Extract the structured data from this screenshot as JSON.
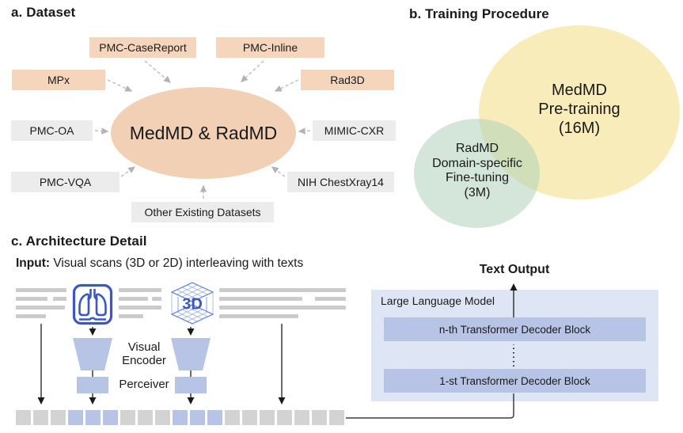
{
  "colors": {
    "peach_box": "#f5d6bc",
    "center_ellipse": "#f2d0b5",
    "grey_box": "#ececec",
    "pretrain_circle": "#f8edba",
    "finetune_circle": "#afd1b9",
    "module_blue": "#b7c4e5",
    "llm_background": "#dee5f5",
    "token_gray": "#d3d3d3",
    "token_blue": "#b7c4e5",
    "dashed_arrow": "#bdbdbd",
    "solid_arrow": "#1a1a1a",
    "scan_icon_blue": "#3a57c2"
  },
  "panel_a": {
    "title": "a. Dataset",
    "center_label": "MedMD & RadMD",
    "sources": [
      {
        "label": "PMC-CaseReport",
        "style": "peach"
      },
      {
        "label": "PMC-Inline",
        "style": "peach"
      },
      {
        "label": "MPx",
        "style": "peach"
      },
      {
        "label": "Rad3D",
        "style": "peach"
      },
      {
        "label": "PMC-OA",
        "style": "grey"
      },
      {
        "label": "MIMIC-CXR",
        "style": "grey"
      },
      {
        "label": "PMC-VQA",
        "style": "grey"
      },
      {
        "label": "NIH ChestXray14",
        "style": "grey"
      },
      {
        "label": "Other Existing Datasets",
        "style": "grey"
      }
    ]
  },
  "panel_b": {
    "title": "b. Training Procedure",
    "pretraining": {
      "lines": [
        "MedMD",
        "Pre-training",
        "(16M)"
      ]
    },
    "finetuning": {
      "lines": [
        "RadMD",
        "Domain-specific",
        "Fine-tuning",
        "(3M)"
      ]
    }
  },
  "panel_c": {
    "title": "c. Architecture Detail",
    "input_label_bold": "Input:",
    "input_label_rest": " Visual scans (3D or 2D) interleaving with texts",
    "visual_encoder_label": "Visual Encoder",
    "perceiver_label": "Perceiver",
    "text_output_label": "Text Output",
    "llm_label": "Large Language Model",
    "decoder_blocks": [
      "n-th Transformer Decoder Block",
      "1-st Transformer Decoder Block"
    ],
    "cube_icon_text": "3D",
    "tokens": [
      "gray",
      "gray",
      "gray",
      "blue",
      "blue",
      "blue",
      "gray",
      "gray",
      "gray",
      "blue",
      "blue",
      "blue",
      "gray",
      "gray",
      "gray",
      "gray",
      "gray",
      "gray",
      "gray"
    ]
  }
}
